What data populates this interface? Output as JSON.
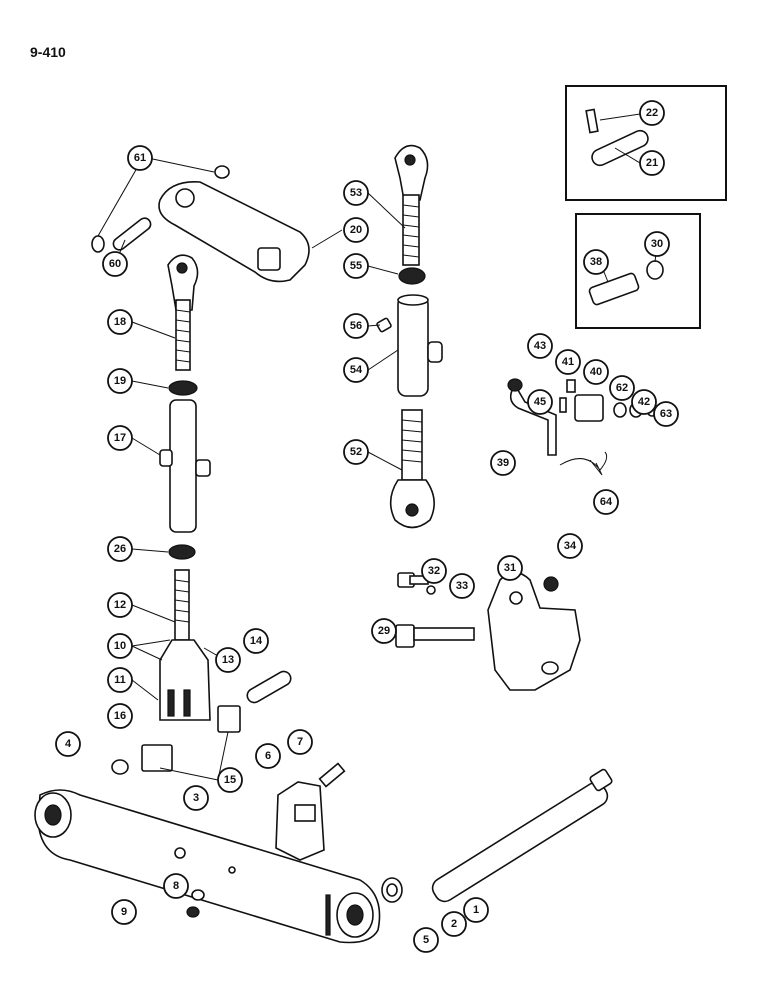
{
  "page_code": "9-410",
  "callouts": [
    {
      "n": "22"
    },
    {
      "n": "21"
    },
    {
      "n": "38"
    },
    {
      "n": "30"
    },
    {
      "n": "61"
    },
    {
      "n": "60"
    },
    {
      "n": "20"
    },
    {
      "n": "53"
    },
    {
      "n": "55"
    },
    {
      "n": "56"
    },
    {
      "n": "54"
    },
    {
      "n": "18"
    },
    {
      "n": "19"
    },
    {
      "n": "17"
    },
    {
      "n": "43"
    },
    {
      "n": "41"
    },
    {
      "n": "40"
    },
    {
      "n": "45"
    },
    {
      "n": "62"
    },
    {
      "n": "42"
    },
    {
      "n": "63"
    },
    {
      "n": "39"
    },
    {
      "n": "52"
    },
    {
      "n": "64"
    },
    {
      "n": "26"
    },
    {
      "n": "32"
    },
    {
      "n": "33"
    },
    {
      "n": "31"
    },
    {
      "n": "34"
    },
    {
      "n": "12"
    },
    {
      "n": "29"
    },
    {
      "n": "10"
    },
    {
      "n": "13"
    },
    {
      "n": "14"
    },
    {
      "n": "11"
    },
    {
      "n": "16"
    },
    {
      "n": "15"
    },
    {
      "n": "7"
    },
    {
      "n": "6"
    },
    {
      "n": "4"
    },
    {
      "n": "3"
    },
    {
      "n": "8"
    },
    {
      "n": "9"
    },
    {
      "n": "2"
    },
    {
      "n": "1"
    },
    {
      "n": "5"
    }
  ]
}
